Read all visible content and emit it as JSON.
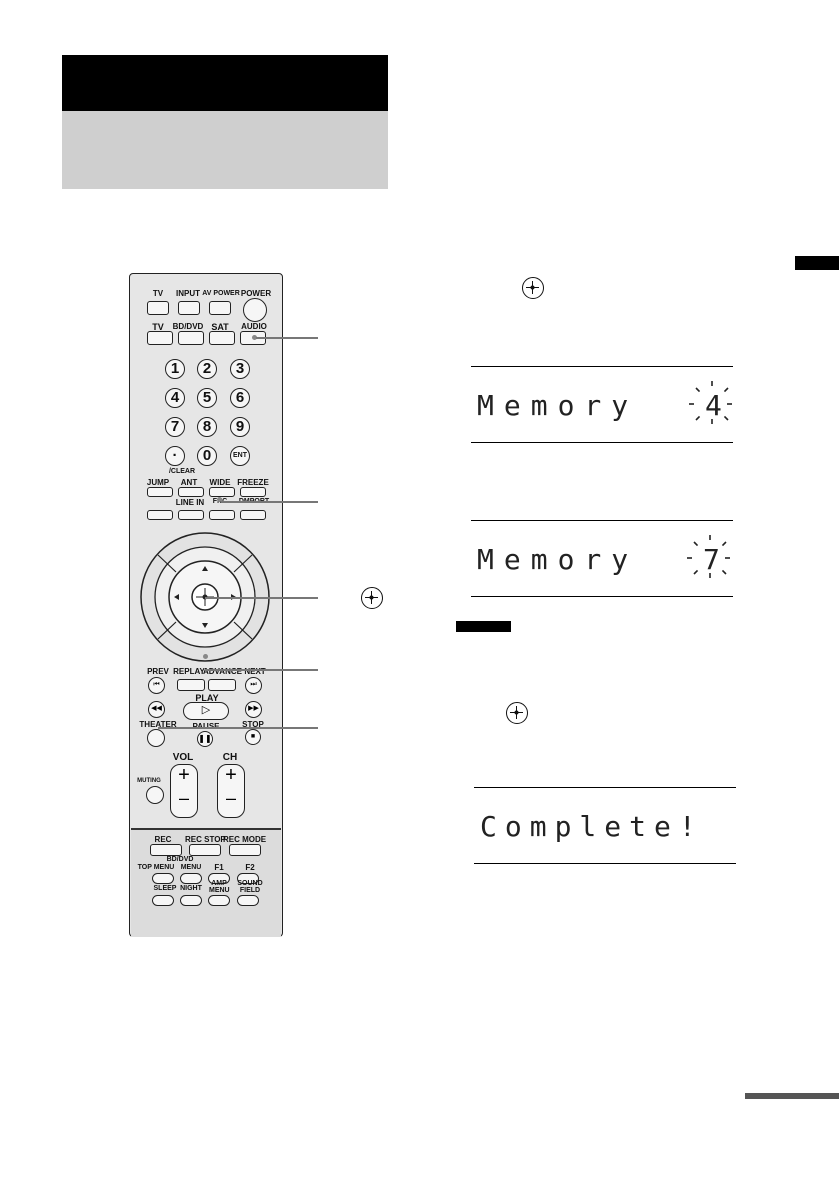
{
  "remote": {
    "row1": [
      "TV",
      "INPUT",
      "AV POWER",
      "POWER"
    ],
    "row2": [
      "TV",
      "BD/DVD",
      "SAT",
      "AUDIO"
    ],
    "numbers": [
      "1",
      "2",
      "3",
      "4",
      "5",
      "6",
      "7",
      "8",
      "9",
      "·",
      "0",
      "ENT"
    ],
    "clear_label": "/CLEAR",
    "row_func1": [
      "JUMP",
      "ANT",
      "WIDE",
      "FREEZE"
    ],
    "row_func2": [
      "LINE IN",
      "FNC",
      "DMPORT"
    ],
    "transport1": [
      "PREV",
      "REPLAY",
      "ADVANCE",
      "NEXT"
    ],
    "play": "PLAY",
    "theater": "THEATER",
    "pause": "PAUSE",
    "stop": "STOP",
    "vol": "VOL",
    "ch": "CH",
    "muting": "MUTING",
    "rec_row": [
      "REC",
      "REC STOP",
      "REC MODE"
    ],
    "bd_dvd": "BD/DVD",
    "menu_row": [
      "TOP MENU",
      "MENU",
      "F1",
      "F2"
    ],
    "bottom_row": [
      "SLEEP",
      "NIGHT",
      "AMP MENU",
      "SOUND FIELD"
    ],
    "plus": "+",
    "minus": "–"
  },
  "displays": {
    "d1_text": "Memory",
    "d1_number": "4",
    "d2_text": "Memory",
    "d2_number": "7",
    "d3_text": "Complete!"
  }
}
